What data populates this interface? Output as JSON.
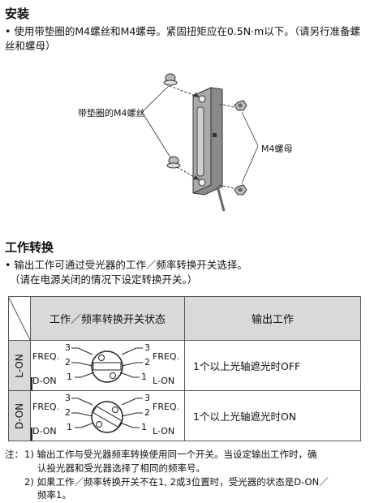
{
  "install": {
    "title": "安装",
    "text": "• 使用带垫圈的M4螺丝和M4螺母。紧固扭矩应在0.5N·m以下。（请另行准备螺丝和螺母）",
    "label_screw": "带垫圈的M4螺丝",
    "label_nut": "M4螺母"
  },
  "switch": {
    "title": "工作转换",
    "line1": "• 输出工作可通过受光器的工作／频率转换开关选择。",
    "line2": "（请在电源关闭的情况下设定转换开关。）",
    "col_state": "工作／频率转换开关状态",
    "col_output": "输出工作",
    "rows": [
      {
        "mode": "L-ON",
        "left_top": "FREQ.",
        "left_bottom": "D-ON",
        "right_top": "FREQ.",
        "right_bottom": "L-ON",
        "n3": "3",
        "n2": "2",
        "n1": "1",
        "output": "1个以上光轴遮光时OFF"
      },
      {
        "mode": "D-ON",
        "left_top": "FREQ.",
        "left_bottom": "D-ON",
        "right_top": "FREQ.",
        "right_bottom": "L-ON",
        "n3": "3",
        "n2": "2",
        "n1": "1",
        "output": "1个以上光轴遮光时ON"
      }
    ]
  },
  "notes": {
    "label": "注：",
    "n1a": "1) 输出工作与受光器频率转换使用同一个开关。当设定输出工作时，确",
    "n1b": "认投光器和受光器选择了相同的频率号。",
    "n2a": "2) 如果工作／频率转换开关不在1, 2或3位置时，受光器的状态是D-ON／",
    "n2b": "频率1。"
  }
}
